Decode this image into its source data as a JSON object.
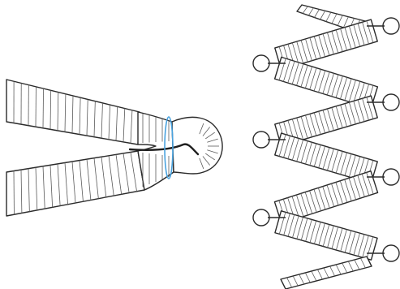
{
  "figure": {
    "panels": [
      {
        "id": "closeup-tapered-end",
        "subject": "closeup-of-tapered-tube-end-with-ring"
      },
      {
        "id": "zigzag-folded-strip",
        "subject": "zigzag-folded-strip-with-loops"
      }
    ],
    "colors": {
      "line": "#2a2a2a",
      "hatch": "#5a5a5a",
      "ring": "#4aa3df",
      "background": "#ffffff"
    }
  }
}
